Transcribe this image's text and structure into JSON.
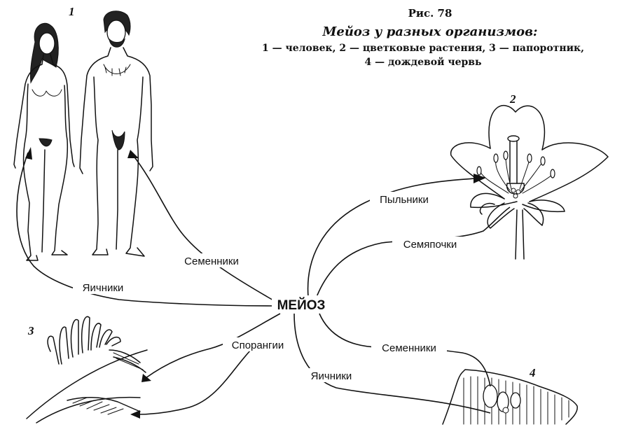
{
  "caption": {
    "fig_number": "Рис. 78",
    "title": "Мейоз у разных организмов:",
    "legend_line1": "1 — человек, 2 — цветковые растения, 3 — папоротник,",
    "legend_line2": "4 — дождевой червь"
  },
  "center_label": "МЕЙОЗ",
  "organisms": [
    {
      "number": "1",
      "name": "человек"
    },
    {
      "number": "2",
      "name": "цветковые растения"
    },
    {
      "number": "3",
      "name": "папоротник"
    },
    {
      "number": "4",
      "name": "дождевой червь"
    }
  ],
  "branch_labels": {
    "human_testes": "Семенники",
    "human_ovaries": "Яичники",
    "plant_anthers": "Пыльники",
    "plant_ovules": "Семяпочки",
    "fern_sporangia": "Спорангии",
    "worm_testes": "Семенники",
    "worm_ovaries": "Яичники"
  }
}
